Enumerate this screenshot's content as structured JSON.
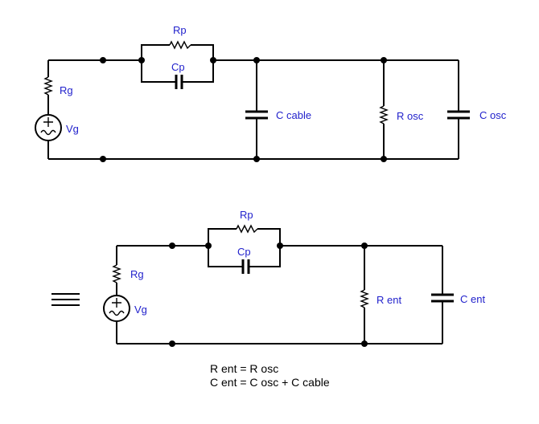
{
  "labels": {
    "top": {
      "rp": "Rp",
      "cp": "Cp",
      "rg": "Rg",
      "vg": "Vg",
      "c_cable": "C cable",
      "r_osc": "R osc",
      "c_osc": "C osc"
    },
    "bottom": {
      "rp": "Rp",
      "cp": "Cp",
      "rg": "Rg",
      "vg": "Vg",
      "r_ent": "R ent",
      "c_ent": "C ent"
    }
  },
  "equations": {
    "line1": "R ent = R osc",
    "line2": "C ent = C osc + C cable"
  },
  "colors": {
    "label": "#2222cc",
    "wire": "#000000"
  }
}
